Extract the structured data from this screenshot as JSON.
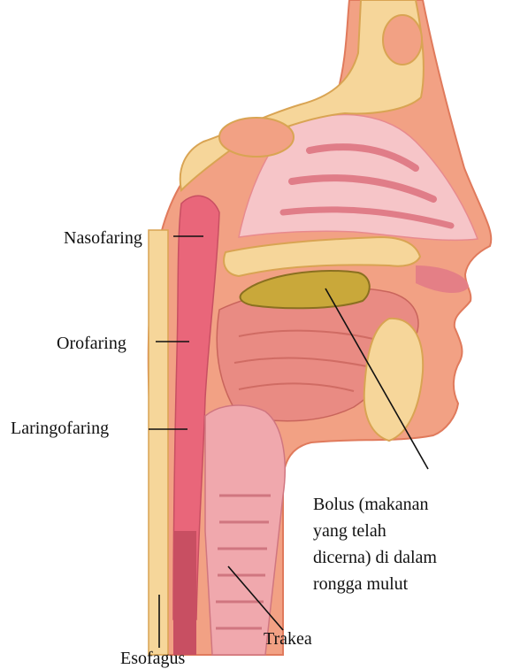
{
  "labels": {
    "nasofaring": "Nasofaring",
    "orofaring": "Orofaring",
    "laringofaring": "Laringofaring",
    "bolus_lines": [
      "Bolus (makanan",
      "yang telah",
      "dicerna) di dalam",
      "rongga mulut"
    ],
    "trakea": "Trakea",
    "esofagus": "Esofagus"
  },
  "colors": {
    "skin": "#f2a184",
    "skin_dark": "#e88568",
    "bone": "#f6d69a",
    "bone_edge": "#d9a453",
    "mucosa": "#e9667a",
    "mucosa_light": "#f6bfc4",
    "bolus": "#c9a83a",
    "line": "#111111"
  }
}
